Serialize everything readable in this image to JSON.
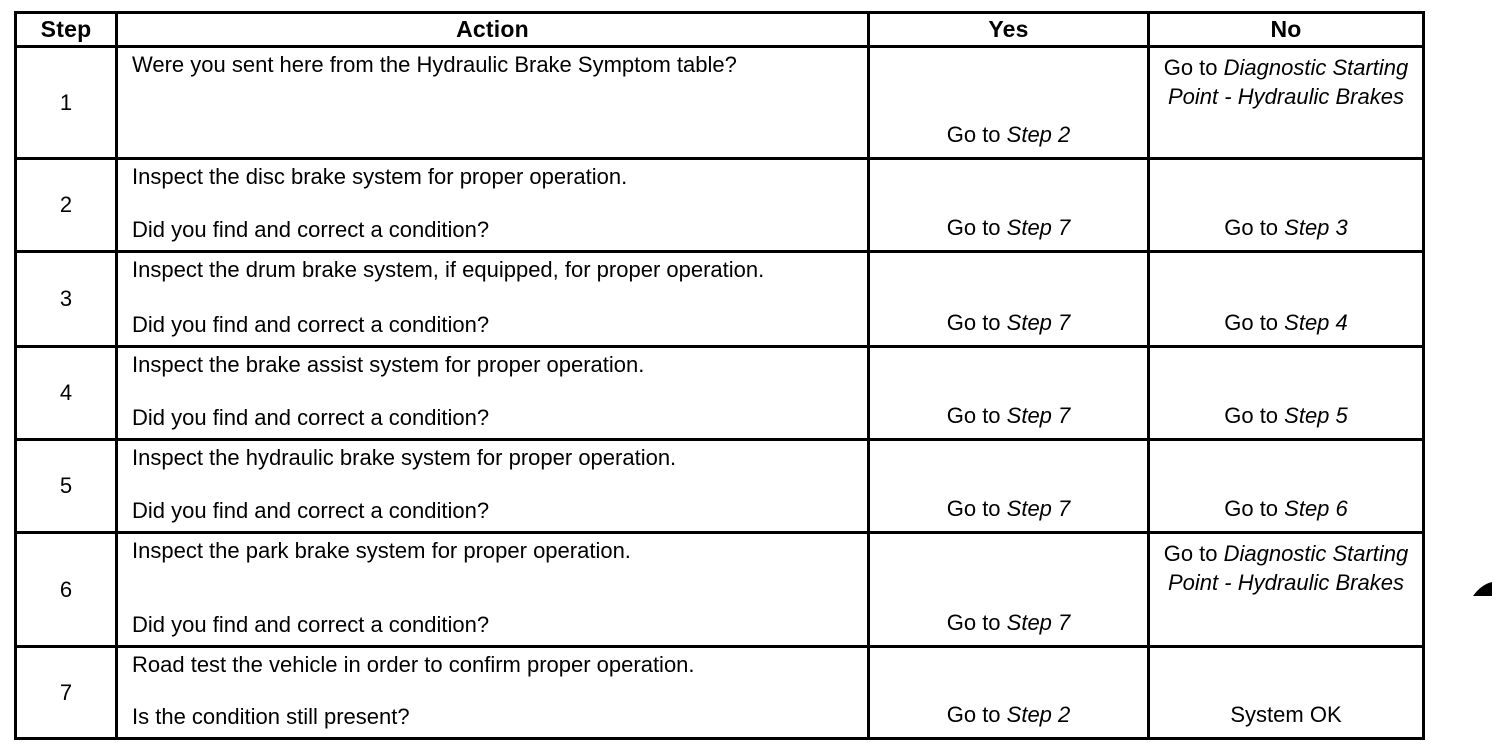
{
  "colors": {
    "ink": "#000000",
    "paper": "#ffffff"
  },
  "table": {
    "headers": {
      "step": "Step",
      "action": "Action",
      "yes": "Yes",
      "no": "No"
    },
    "rows": [
      {
        "step": "1",
        "action": "Were you sent here from the Hydraulic Brake Symptom table?",
        "question": "",
        "yes_prefix": "Go to ",
        "yes_italic": "Step 2",
        "no_prefix": "Go to ",
        "no_italic": "Diagnostic Starting Point - Hydraulic Brakes"
      },
      {
        "step": "2",
        "action": "Inspect the disc brake system for proper operation.",
        "question": "Did you find and correct a condition?",
        "yes_prefix": "Go to ",
        "yes_italic": "Step 7",
        "no_prefix": "Go to ",
        "no_italic": "Step 3"
      },
      {
        "step": "3",
        "action": "Inspect the drum brake system, if equipped, for proper operation.",
        "question": "Did you find and correct a condition?",
        "yes_prefix": "Go to ",
        "yes_italic": "Step 7",
        "no_prefix": "Go to ",
        "no_italic": "Step 4"
      },
      {
        "step": "4",
        "action": "Inspect the brake assist system for proper operation.",
        "question": "Did you find and correct a condition?",
        "yes_prefix": "Go to ",
        "yes_italic": "Step 7",
        "no_prefix": "Go to ",
        "no_italic": "Step 5"
      },
      {
        "step": "5",
        "action": "Inspect the hydraulic brake system for proper operation.",
        "question": "Did you find and correct a condition?",
        "yes_prefix": "Go to ",
        "yes_italic": "Step 7",
        "no_prefix": "Go to ",
        "no_italic": "Step 6"
      },
      {
        "step": "6",
        "action": "Inspect the park brake system for proper operation.",
        "question": "Did you find and correct a condition?",
        "yes_prefix": "Go to ",
        "yes_italic": "Step 7",
        "no_prefix": "Go to ",
        "no_italic": "Diagnostic Starting Point - Hydraulic Brakes"
      },
      {
        "step": "7",
        "action": "Road test the vehicle in order to confirm proper operation.",
        "question": "Is the condition still present?",
        "yes_prefix": "Go to ",
        "yes_italic": "Step 2",
        "no_prefix": "System OK",
        "no_italic": ""
      }
    ]
  }
}
